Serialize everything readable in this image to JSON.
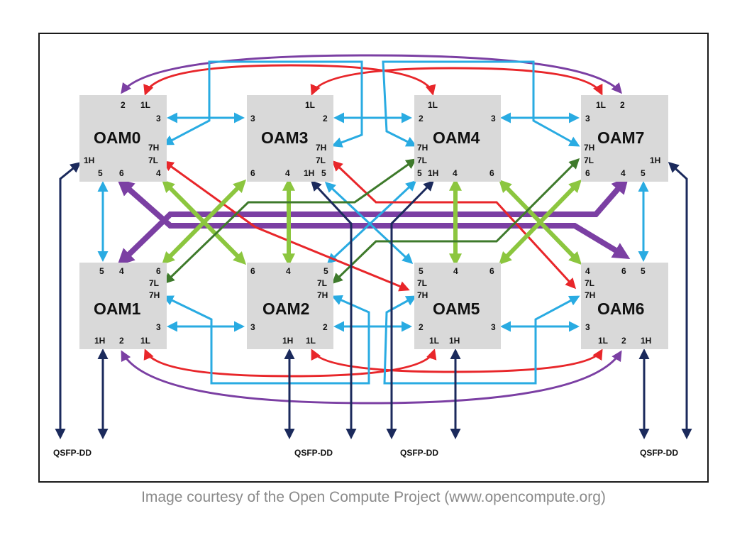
{
  "modules": [
    {
      "name": "OAM0",
      "ports": [
        "2",
        "1L",
        "3",
        "7H",
        "7L",
        "1H",
        "5",
        "6",
        "4"
      ]
    },
    {
      "name": "OAM3",
      "ports": [
        "1L",
        "3",
        "2",
        "7H",
        "7L",
        "6",
        "4",
        "1H",
        "5"
      ]
    },
    {
      "name": "OAM4",
      "ports": [
        "1L",
        "2",
        "3",
        "7H",
        "7L",
        "5",
        "1H",
        "4",
        "6"
      ]
    },
    {
      "name": "OAM7",
      "ports": [
        "1L",
        "2",
        "3",
        "7H",
        "7L",
        "1H",
        "6",
        "4",
        "5"
      ]
    },
    {
      "name": "OAM1",
      "ports": [
        "5",
        "4",
        "6",
        "7L",
        "7H",
        "3",
        "1H",
        "2",
        "1L"
      ]
    },
    {
      "name": "OAM2",
      "ports": [
        "6",
        "4",
        "5",
        "7L",
        "7H",
        "3",
        "2",
        "1H",
        "1L"
      ]
    },
    {
      "name": "OAM5",
      "ports": [
        "5",
        "4",
        "6",
        "7L",
        "7H",
        "2",
        "3",
        "1L",
        "1H"
      ]
    },
    {
      "name": "OAM6",
      "ports": [
        "4",
        "6",
        "5",
        "7L",
        "7H",
        "3",
        "1L",
        "2",
        "1H"
      ]
    }
  ],
  "qsfp_labels": [
    "QSFP-DD",
    "QSFP-DD",
    "QSFP-DD",
    "QSFP-DD"
  ],
  "caption": "Image courtesy of the Open Compute Project (www.opencompute.org)",
  "colors": {
    "box": "#d9d9d9",
    "light_blue": "#29abe2",
    "red": "#e8262a",
    "purple": "#7b3fa3",
    "light_green": "#8cc63f",
    "dark_green": "#3e7a2b",
    "navy": "#1b2a5c",
    "caption": "#8a8a8a"
  }
}
